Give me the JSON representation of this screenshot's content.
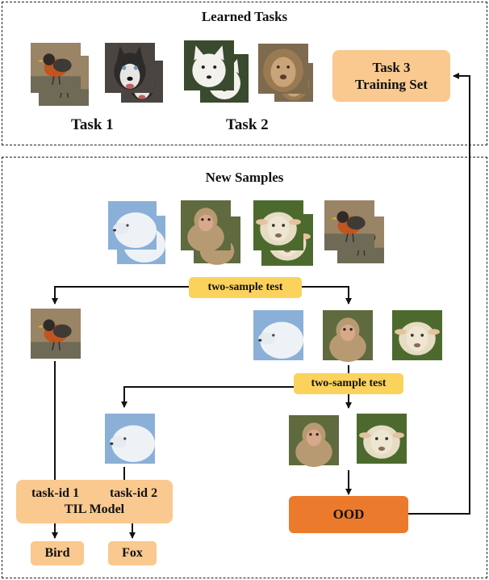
{
  "top_panel": {
    "title": "Learned Tasks",
    "task1_label": "Task 1",
    "task2_label": "Task 2",
    "training_box": {
      "line1": "Task 3",
      "line2": "Training Set"
    }
  },
  "bottom_panel": {
    "title": "New Samples",
    "test_label_1": "two-sample test",
    "test_label_2": "two-sample test",
    "til_model": {
      "left_tag": "task-id 1",
      "right_tag": "task-id 2",
      "label": "TIL Model"
    },
    "ood_label": "OOD",
    "output_bird": "Bird",
    "output_fox": "Fox"
  },
  "icons": [
    "robin-photo",
    "husky-photo",
    "white-fox-photo",
    "lion-photo",
    "arctic-fox-photo",
    "macaque-photo",
    "sheep-photo"
  ],
  "colors": {
    "box_peach": "#f9c98f",
    "box_yellow": "#fbd25c",
    "box_orange": "#ec7a2c",
    "line": "#111111"
  }
}
